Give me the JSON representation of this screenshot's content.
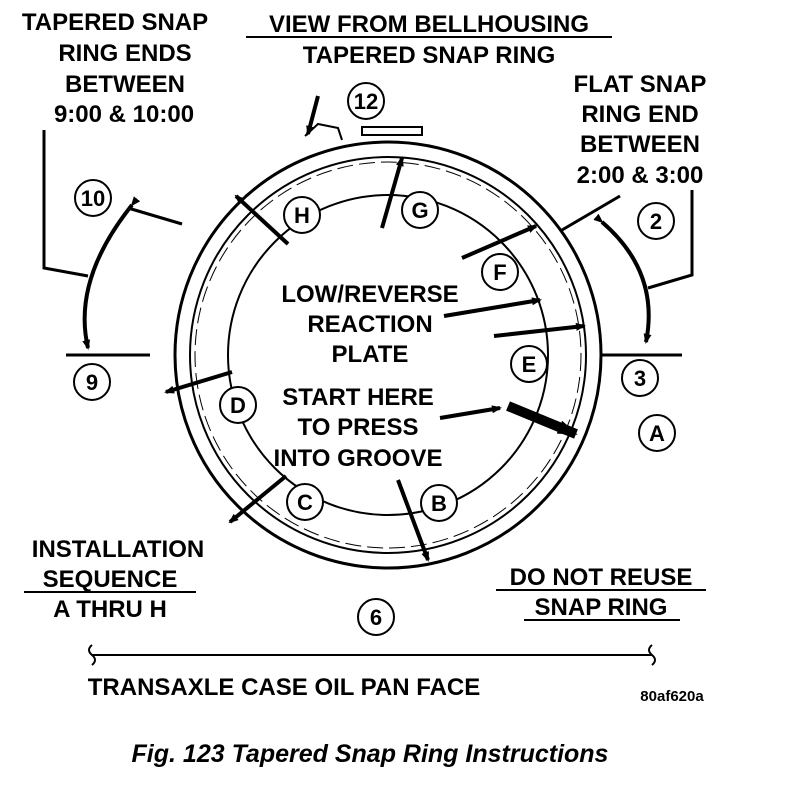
{
  "notes": {
    "tapered_ends": [
      "TAPERED SNAP",
      "RING ENDS",
      "BETWEEN",
      "9:00 & 10:00"
    ],
    "view_title": [
      "VIEW FROM BELLHOUSING",
      "TAPERED SNAP RING"
    ],
    "flat_end": [
      "FLAT SNAP",
      "RING END",
      "BETWEEN",
      "2:00 & 3:00"
    ],
    "low_reverse": [
      "LOW/REVERSE",
      "REACTION",
      "PLATE"
    ],
    "start_here": [
      "START HERE",
      "TO PRESS",
      "INTO GROOVE"
    ],
    "installation": [
      "INSTALLATION",
      "SEQUENCE",
      "A THRU H"
    ],
    "do_not_reuse": [
      "DO NOT REUSE",
      "SNAP RING"
    ],
    "oil_pan_face": "TRANSAXLE CASE OIL PAN FACE",
    "figure_id": "80af620a"
  },
  "clock_positions": [
    "12",
    "10",
    "2",
    "9",
    "3",
    "6"
  ],
  "sequence_letters": [
    "A",
    "B",
    "C",
    "D",
    "E",
    "F",
    "G",
    "H"
  ],
  "caption": "Fig. 123 Tapered Snap Ring Instructions"
}
